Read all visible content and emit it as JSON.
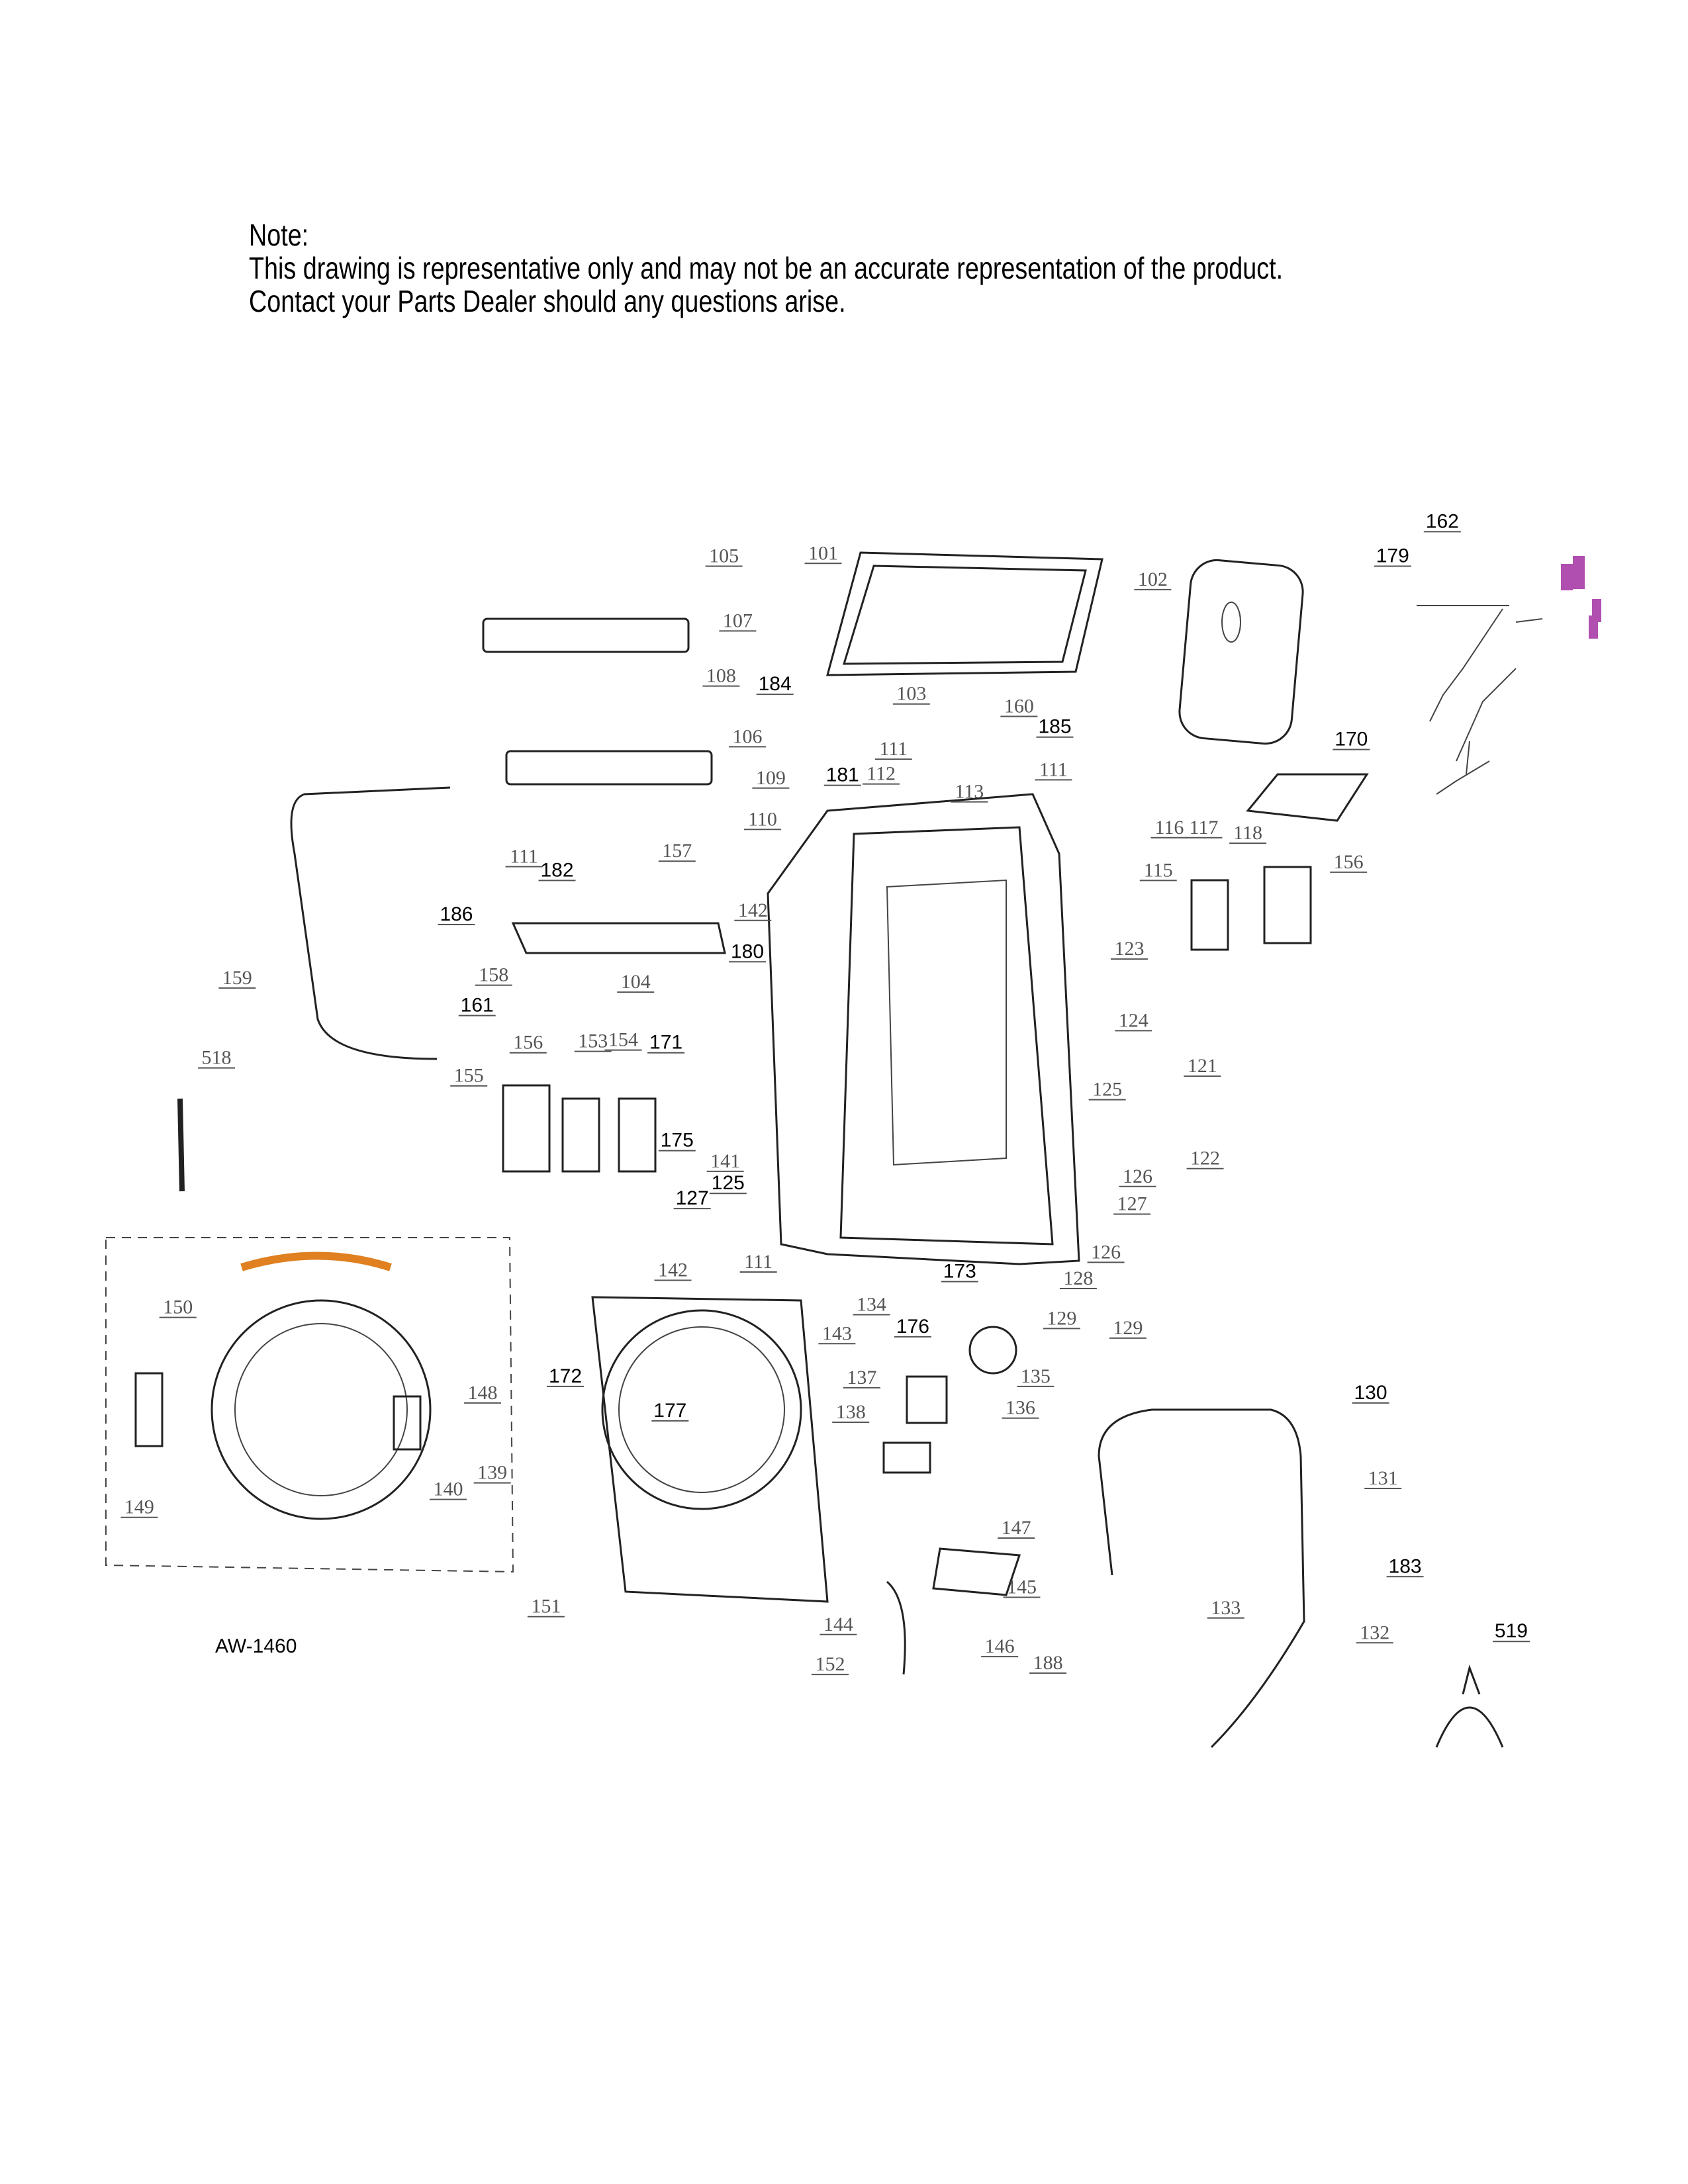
{
  "note": {
    "heading": "Note:",
    "line1": "This drawing is representative only and may not be an accurate representation of the product.",
    "line2": "Contact your Parts Dealer should any questions arise."
  },
  "diagram_code": "AW-1460",
  "part_labels": [
    "105",
    "107",
    "108",
    "101",
    "102",
    "162",
    "179",
    "184",
    "103",
    "160",
    "185",
    "170",
    "106",
    "109",
    "181",
    "111",
    "112",
    "113",
    "111",
    "110",
    "116",
    "117",
    "118",
    "156",
    "115",
    "157",
    "111",
    "182",
    "186",
    "142",
    "180",
    "158",
    "104",
    "159",
    "123",
    "161",
    "124",
    "156",
    "153",
    "154",
    "171",
    "518",
    "121",
    "155",
    "125",
    "175",
    "141",
    "122",
    "125",
    "126",
    "127",
    "127",
    "126",
    "142",
    "111",
    "173",
    "128",
    "134",
    "150",
    "129",
    "129",
    "176",
    "143",
    "135",
    "130",
    "148",
    "172",
    "177",
    "137",
    "136",
    "138",
    "139",
    "131",
    "149",
    "140",
    "147",
    "183",
    "145",
    "133",
    "151",
    "132",
    "519",
    "144",
    "146",
    "152",
    "188"
  ],
  "colors": {
    "line": "#222222",
    "harness_connector": "#b04fb0"
  }
}
